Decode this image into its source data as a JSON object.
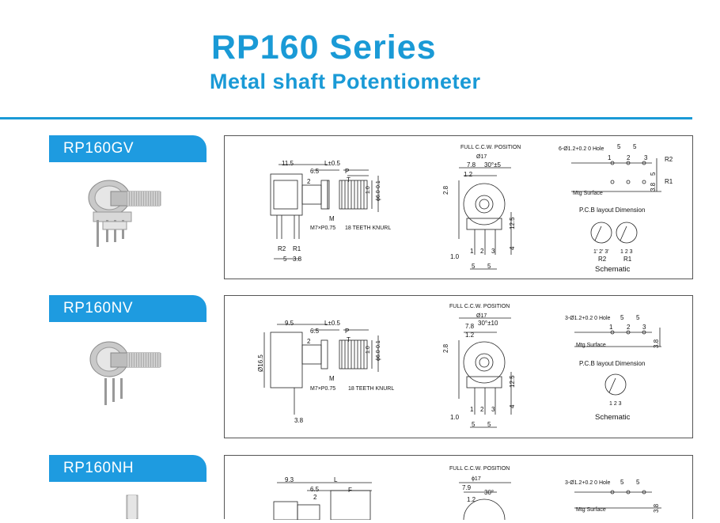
{
  "header": {
    "title": "RP160 Series",
    "subtitle": "Metal shaft Potentiometer"
  },
  "colors": {
    "accent": "#1a9ad6",
    "tab": "#1e9be0"
  },
  "sections": [
    {
      "name": "RP160GV",
      "side": {
        "d1": "11.5",
        "l": "L±0.5",
        "d2": "6.5",
        "p": "P",
        "t": "T",
        "two": "2",
        "v1": "1.0",
        "dia": "ϕ6.0-0.1",
        "m": "M",
        "m7": "M7×P0.75",
        "knurl": "18 TEETH KNURL",
        "r2": "R2",
        "r1": "R1",
        "b5": "5",
        "b38": "3.8",
        "dia_body": ""
      },
      "front": {
        "full": "FULL C.C.W. POSITION",
        "d17": "Ø17",
        "d78": "7.8",
        "ang": "30°±5",
        "d12": "1.2",
        "d28": "2.8",
        "d125": "12.5",
        "d4": "4",
        "d10": "1.0",
        "b1": "1",
        "b2": "2",
        "b3": "3",
        "b5a": "5",
        "b5b": "5"
      },
      "pcb": {
        "hole": "6-Ø1.2+0.2 0 Hole",
        "s5a": "5",
        "s5b": "5",
        "n1": "1",
        "n2": "2",
        "n3": "3",
        "r2": "R2",
        "r1": "R1",
        "v5": "5",
        "v38": "3.8",
        "mtg": "Mtg Surface",
        "layout": "P.C.B layout Dimension",
        "sch1": "1' 2' 3'",
        "sch2": "1  2  3",
        "sch_r2": "R2",
        "sch_r1": "R1",
        "schematic": "Schematic"
      }
    },
    {
      "name": "RP160NV",
      "side": {
        "d1": "9.5",
        "l": "L±0.5",
        "d2": "6.5",
        "p": "P",
        "t": "T",
        "two": "2",
        "v1": "1.0",
        "dia": "ϕ6.0-0.1",
        "m": "M",
        "m7": "M7×P0.75",
        "knurl": "18 TEETH KNURL",
        "dia_body": "Ø16.5",
        "b38": "3.8"
      },
      "front": {
        "full": "FULL C.C.W. POSITION",
        "d17": "Ø17",
        "d78": "7.8",
        "ang": "30°±10",
        "d12": "1.2",
        "d28": "2.8",
        "d125": "12.5",
        "d4": "4",
        "d10": "1.0",
        "b1": "1",
        "b2": "2",
        "b3": "3",
        "b5a": "5",
        "b5b": "5"
      },
      "pcb": {
        "hole": "3-Ø1.2+0.2 0 Hole",
        "s5a": "5",
        "s5b": "5",
        "n1": "1",
        "n2": "2",
        "n3": "3",
        "v38": "3.8",
        "mtg": "Mtg Surface",
        "layout": "P.C.B layout Dimension",
        "sch2": "1  2  3",
        "schematic": "Schematic"
      }
    },
    {
      "name": "RP160NH",
      "side": {
        "d1": "9.3",
        "l": "L",
        "d2": "6.5",
        "two": "2",
        "f": "F"
      },
      "front": {
        "full": "FULL C.C.W. POSITION",
        "d17": "ϕ17",
        "d79": "7.9",
        "ang": "30°",
        "d12": "1.2"
      },
      "pcb": {
        "hole": "3-Ø1.2+0.2 0 Hole",
        "s5a": "5",
        "s5b": "5",
        "mtg": "Mtg Surface",
        "v38": "3.8"
      }
    }
  ]
}
